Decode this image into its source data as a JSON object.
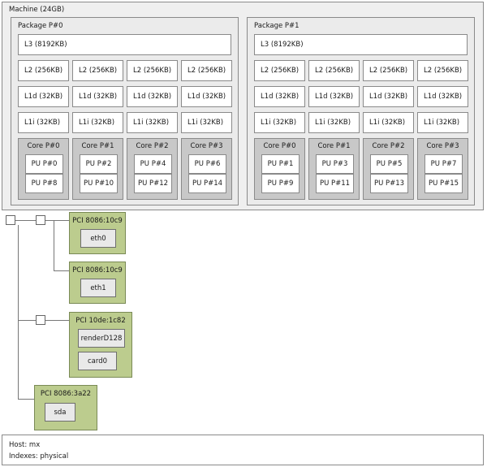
{
  "machine": {
    "label": "Machine (24GB)",
    "packages": [
      {
        "label": "Package P#0",
        "l3": "L3 (8192KB)",
        "l2": [
          "L2 (256KB)",
          "L2 (256KB)",
          "L2 (256KB)",
          "L2 (256KB)"
        ],
        "l1d": [
          "L1d (32KB)",
          "L1d (32KB)",
          "L1d (32KB)",
          "L1d (32KB)"
        ],
        "l1i": [
          "L1i (32KB)",
          "L1i (32KB)",
          "L1i (32KB)",
          "L1i (32KB)"
        ],
        "cores": [
          {
            "label": "Core P#0",
            "pus": [
              "PU P#0",
              "PU P#8"
            ]
          },
          {
            "label": "Core P#1",
            "pus": [
              "PU P#2",
              "PU P#10"
            ]
          },
          {
            "label": "Core P#2",
            "pus": [
              "PU P#4",
              "PU P#12"
            ]
          },
          {
            "label": "Core P#3",
            "pus": [
              "PU P#6",
              "PU P#14"
            ]
          }
        ]
      },
      {
        "label": "Package P#1",
        "l3": "L3 (8192KB)",
        "l2": [
          "L2 (256KB)",
          "L2 (256KB)",
          "L2 (256KB)",
          "L2 (256KB)"
        ],
        "l1d": [
          "L1d (32KB)",
          "L1d (32KB)",
          "L1d (32KB)",
          "L1d (32KB)"
        ],
        "l1i": [
          "L1i (32KB)",
          "L1i (32KB)",
          "L1i (32KB)",
          "L1i (32KB)"
        ],
        "cores": [
          {
            "label": "Core P#0",
            "pus": [
              "PU P#1",
              "PU P#9"
            ]
          },
          {
            "label": "Core P#1",
            "pus": [
              "PU P#3",
              "PU P#11"
            ]
          },
          {
            "label": "Core P#2",
            "pus": [
              "PU P#5",
              "PU P#13"
            ]
          },
          {
            "label": "Core P#3",
            "pus": [
              "PU P#7",
              "PU P#15"
            ]
          }
        ]
      }
    ]
  },
  "io": {
    "pci_devices": [
      {
        "label": "PCI 8086:10c9",
        "osdevs": [
          "eth0"
        ]
      },
      {
        "label": "PCI 8086:10c9",
        "osdevs": [
          "eth1"
        ]
      },
      {
        "label": "PCI 10de:1c82",
        "osdevs": [
          "renderD128",
          "card0"
        ]
      },
      {
        "label": "PCI 8086:3a22",
        "osdevs": [
          "sda"
        ]
      }
    ]
  },
  "legend": {
    "host": "Host: mx",
    "indexes": "Indexes: physical"
  },
  "colors": {
    "machine_bg": "#efefef",
    "package_bg": "#ebebeb",
    "core_bg": "#c8c8c8",
    "cache_bg": "#ffffff",
    "pci_bg": "#bccc8e",
    "osdev_bg": "#e9e9e9",
    "border": "#8a8a8a",
    "line": "#777777"
  }
}
